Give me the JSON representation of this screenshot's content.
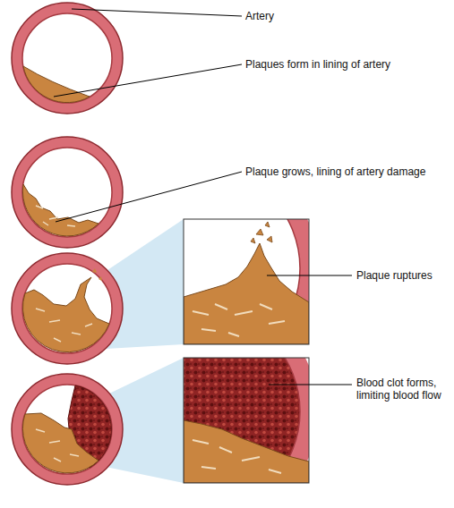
{
  "diagram": {
    "labels": [
      "Artery",
      "Plaques form in lining of artery",
      "Plaque grows, lining of artery damage",
      "Plaque ruptures",
      "Blood clot forms, limiting blood flow"
    ]
  }
}
